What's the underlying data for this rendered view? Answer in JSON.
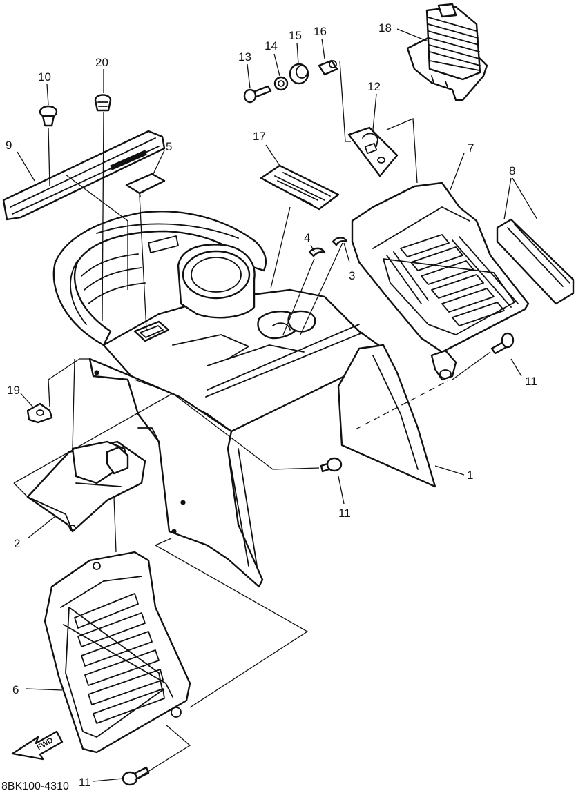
{
  "diagram": {
    "callouts": [
      {
        "id": "c1",
        "label": "1"
      },
      {
        "id": "c2",
        "label": "2"
      },
      {
        "id": "c3",
        "label": "3"
      },
      {
        "id": "c4",
        "label": "4"
      },
      {
        "id": "c5",
        "label": "5"
      },
      {
        "id": "c6",
        "label": "6"
      },
      {
        "id": "c7",
        "label": "7"
      },
      {
        "id": "c8",
        "label": "8"
      },
      {
        "id": "c9",
        "label": "9"
      },
      {
        "id": "c10",
        "label": "10"
      },
      {
        "id": "c11a",
        "label": "11"
      },
      {
        "id": "c11b",
        "label": "11"
      },
      {
        "id": "c11c",
        "label": "11"
      },
      {
        "id": "c12",
        "label": "12"
      },
      {
        "id": "c13",
        "label": "13"
      },
      {
        "id": "c14",
        "label": "14"
      },
      {
        "id": "c15",
        "label": "15"
      },
      {
        "id": "c16",
        "label": "16"
      },
      {
        "id": "c17",
        "label": "17"
      },
      {
        "id": "c18",
        "label": "18"
      },
      {
        "id": "c19",
        "label": "19"
      },
      {
        "id": "c20",
        "label": "20"
      }
    ],
    "direction_label": "FWD",
    "drawing_code": "8BK100-4310"
  }
}
